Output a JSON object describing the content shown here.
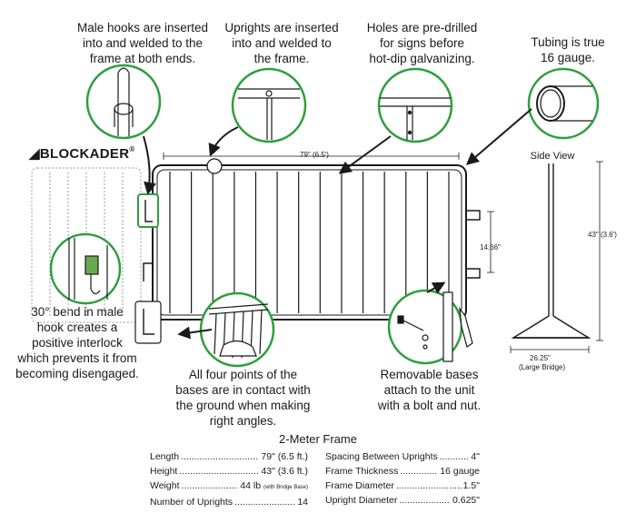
{
  "brand": {
    "name": "BLOCKADER",
    "mark": "®"
  },
  "captions": {
    "male_hooks": [
      "Male hooks are inserted",
      "into and welded to the",
      "frame at both ends."
    ],
    "uprights": [
      "Uprights are inserted",
      "into and welded to",
      "the frame."
    ],
    "holes": [
      "Holes are pre-drilled",
      "for signs before",
      "hot-dip galvanizing."
    ],
    "tubing": [
      "Tubing is true",
      "16 gauge."
    ],
    "bend": [
      "30° bend in male",
      "hook creates a",
      "positive interlock",
      "which prevents it from",
      "becoming disengaged."
    ],
    "four_points": [
      "All four points of the",
      "bases are in contact with",
      "the ground when making",
      "right angles."
    ],
    "removable": [
      "Removable bases",
      "attach to the unit",
      "with a bolt and nut."
    ],
    "side_view": "Side View"
  },
  "dimensions": {
    "width": "79\" (6.5')",
    "hook_spacing": "14.66\"",
    "height": "43\" (3.6')",
    "base_width": "26.25\"",
    "base_label": "(Large Bridge)"
  },
  "spec_title": "2-Meter Frame",
  "specs_left": [
    {
      "label": "Length",
      "value": "79\" (6.5 ft.)"
    },
    {
      "label": "Height",
      "value": "43\" (3.6 ft.)"
    },
    {
      "label": "Weight",
      "value": "44 lb",
      "note": "(with Bridge Base)"
    },
    {
      "label": "Number of Uprights",
      "value": "14"
    }
  ],
  "specs_right": [
    {
      "label": "Spacing Between Uprights",
      "value": "4\""
    },
    {
      "label": "Frame Thickness",
      "value": "16 gauge"
    },
    {
      "label": "Frame Diameter",
      "value": "1.5\""
    },
    {
      "label": "Upright Diameter",
      "value": "0.625\""
    }
  ],
  "colors": {
    "callout_ring": "#2e9e3e",
    "line": "#1a1a1a",
    "ghost": "#9a9a9a"
  }
}
